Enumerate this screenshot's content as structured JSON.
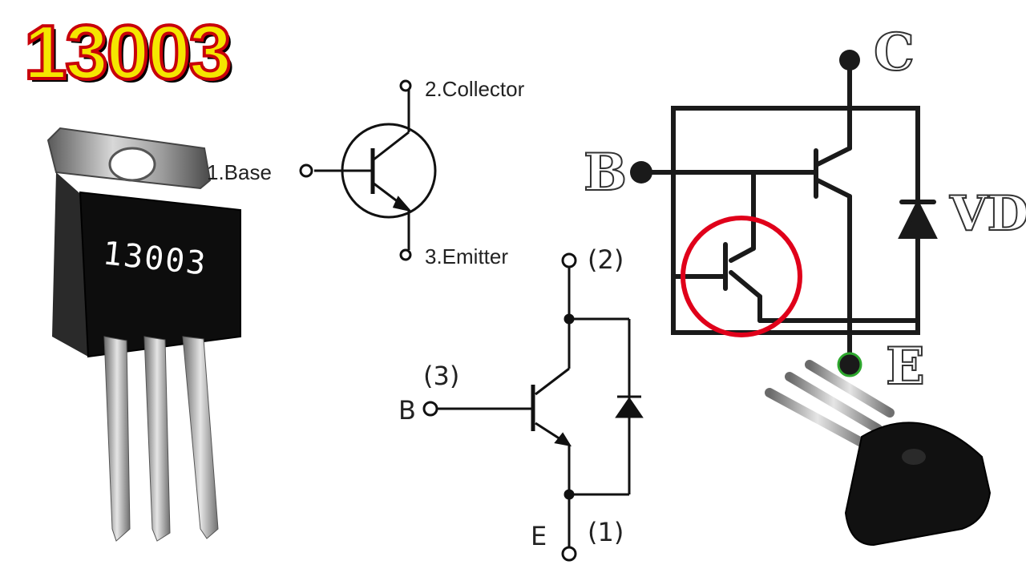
{
  "title": "13003",
  "package_marking": "13003",
  "pinout": {
    "collector": "2.Collector",
    "base": "1.Base",
    "emitter": "3.Emitter"
  },
  "circuit": {
    "pin2": "(2)",
    "pin3": "(3)",
    "pin1": "(1)",
    "base": "B",
    "emitter": "E"
  },
  "internal": {
    "collector": "C",
    "base": "B",
    "diode": "VD",
    "emitter": "E"
  },
  "colors": {
    "title_fill": "#f5e600",
    "title_outline": "#c8000a",
    "highlight_circle": "#e0001a",
    "package": "#0d0d0d",
    "heatsink": "#9a9a9a"
  }
}
